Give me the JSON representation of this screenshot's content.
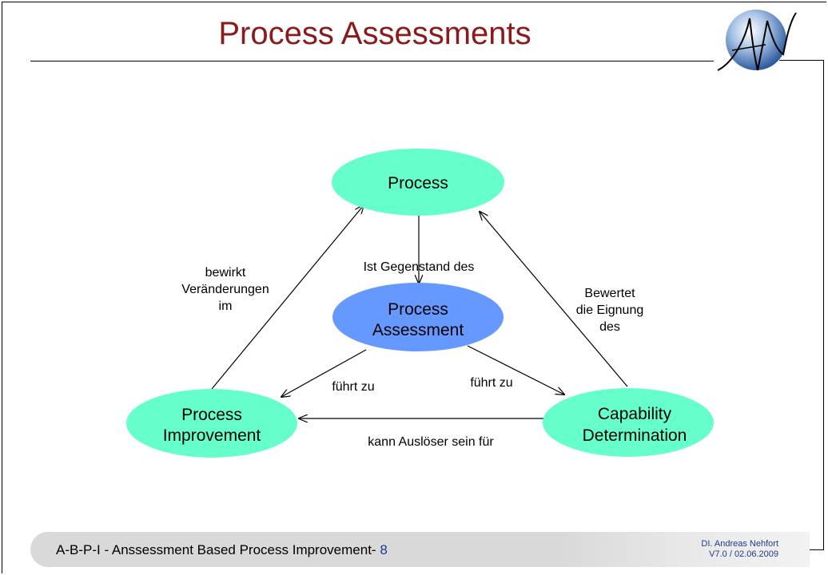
{
  "slide": {
    "title": "Process Assessments",
    "footer": {
      "course": "A-B-P-I - Anssessment Based Process Improvement-",
      "page": "8",
      "author": "DI. Andreas Nehfort",
      "version_date": "V7.0  /  02.06.2009"
    }
  },
  "diagram": {
    "nodes": {
      "process": {
        "label": "Process",
        "color": "#66ffcc"
      },
      "assessment": {
        "line1": "Process",
        "line2": "Assessment",
        "color": "#6699ff"
      },
      "improvement": {
        "line1": "Process",
        "line2": "Improvement",
        "color": "#66ffcc"
      },
      "capability": {
        "line1": "Capability",
        "line2": "Determination",
        "color": "#66ffcc"
      }
    },
    "edges": {
      "subject_of": "Ist Gegenstand des",
      "leads_to_left": "führt zu",
      "leads_to_right": "führt zu",
      "trigger_for": "kann Auslöser sein für",
      "changes": [
        "bewirkt",
        "Veränderungen",
        "im"
      ],
      "evaluates": [
        "Bewertet",
        "die Eignung",
        "des"
      ]
    }
  },
  "colors": {
    "title": "#8b1a1a",
    "footer_accent": "#1f3b8a"
  },
  "icons": {
    "logo": "an-logo-sphere"
  }
}
